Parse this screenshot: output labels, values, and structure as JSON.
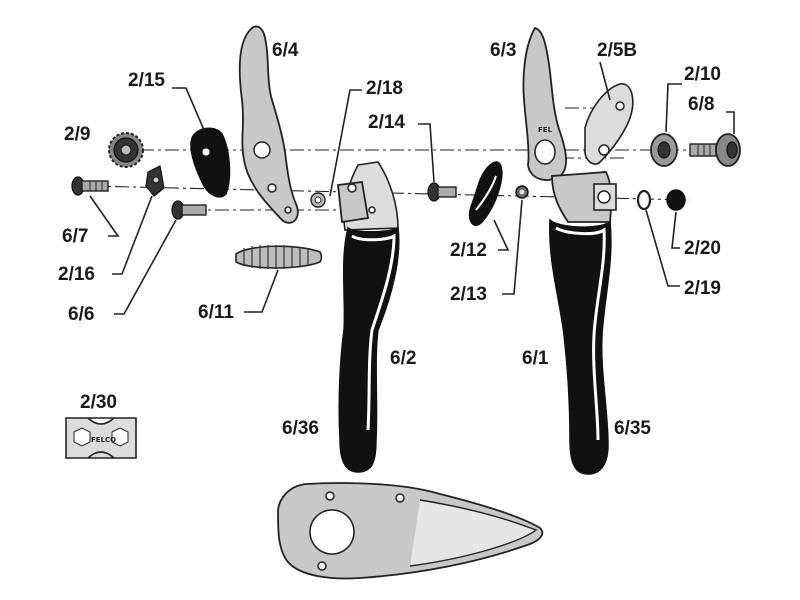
{
  "diagram": {
    "parts": [
      {
        "id": "6/4"
      },
      {
        "id": "6/3"
      },
      {
        "id": "2/5B"
      },
      {
        "id": "2/10"
      },
      {
        "id": "6/8"
      },
      {
        "id": "2/15"
      },
      {
        "id": "2/18"
      },
      {
        "id": "2/14"
      },
      {
        "id": "2/9"
      },
      {
        "id": "6/7"
      },
      {
        "id": "2/16"
      },
      {
        "id": "6/6"
      },
      {
        "id": "2/12"
      },
      {
        "id": "2/13"
      },
      {
        "id": "2/20"
      },
      {
        "id": "2/19"
      },
      {
        "id": "6/11"
      },
      {
        "id": "6/2"
      },
      {
        "id": "6/1"
      },
      {
        "id": "2/30"
      },
      {
        "id": "6/36"
      },
      {
        "id": "6/35"
      }
    ]
  }
}
